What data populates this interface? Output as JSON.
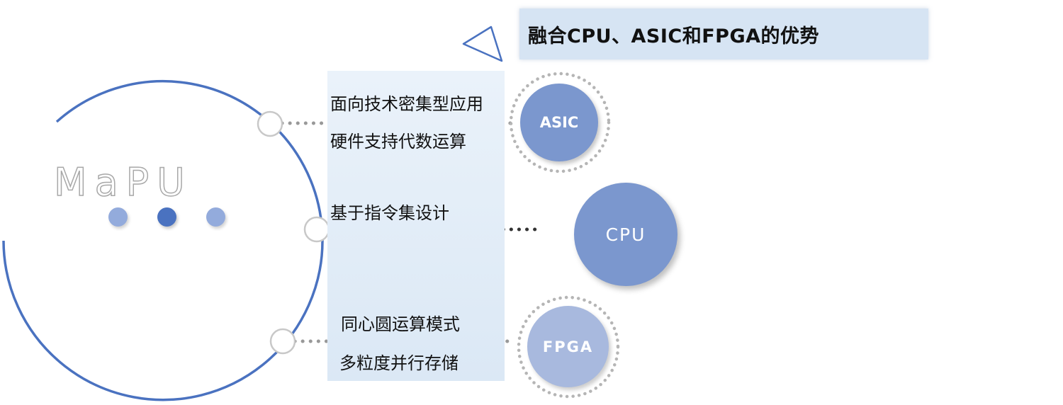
{
  "title": "融合CPU、ASIC和FPGA的优势",
  "logo_text": "MaPU",
  "features": {
    "asic": [
      "面向技术密集型应用",
      "硬件支持代数运算"
    ],
    "cpu": [
      "基于指令集设计"
    ],
    "fpga": [
      "同心圆运算模式",
      "多粒度并行存储"
    ]
  },
  "bubbles": {
    "asic": "ASIC",
    "cpu": "CPU",
    "fpga": "FPGA"
  },
  "colors": {
    "circle_stroke": "#4a72c0",
    "bubble_fill": "#7b97ce",
    "bubble_light_fill": "#a8b9de",
    "title_bg": "#d6e4f3",
    "band_bg": "#e3edf8",
    "dot_line": "#888888"
  }
}
